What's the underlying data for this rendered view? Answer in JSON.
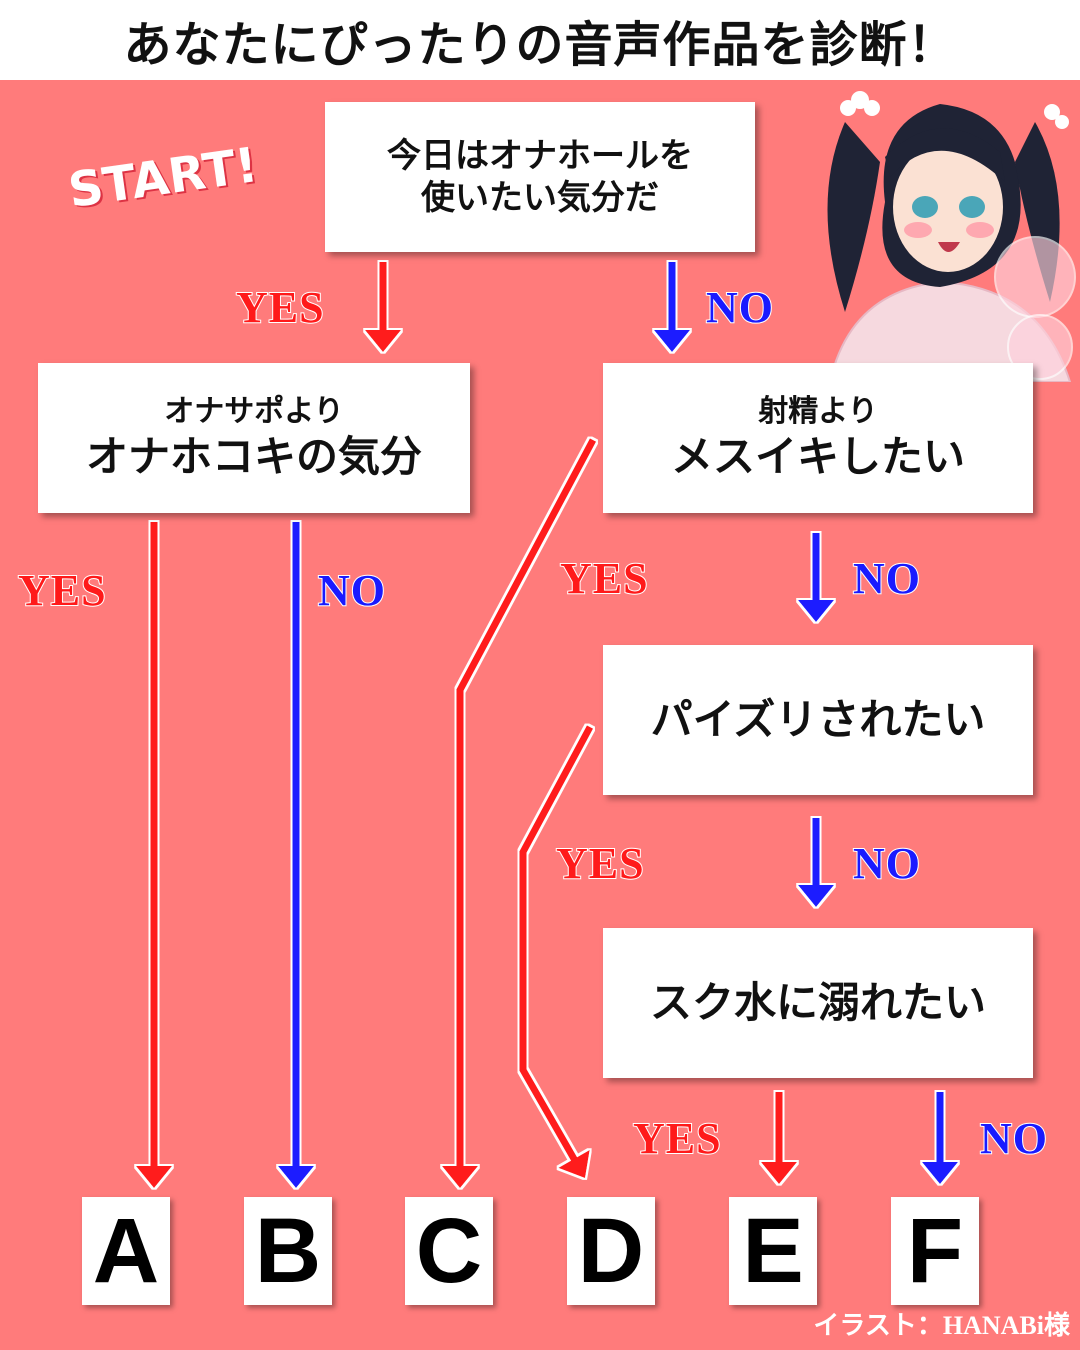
{
  "title": "あなたにぴったりの音声作品を診断！",
  "start_label": "START!",
  "questions": {
    "q1": {
      "line1": "今日はオナホールを",
      "line2": "使いたい気分だ"
    },
    "q2": {
      "line1": "オナサポより",
      "line2": "オナホコキの気分"
    },
    "q3": {
      "line1": "射精より",
      "line2": "メスイキしたい"
    },
    "q4": {
      "line1": "パイズリされたい"
    },
    "q5": {
      "line1": "スク水に溺れたい"
    }
  },
  "labels": {
    "yes": "YES",
    "no": "NO"
  },
  "results": [
    "A",
    "B",
    "C",
    "D",
    "E",
    "F"
  ],
  "credit": "イラスト：HANABi様",
  "colors": {
    "background": "#ff7b7b",
    "yes": "#ff1a1a",
    "no": "#1a1aff",
    "box": "#ffffff"
  }
}
